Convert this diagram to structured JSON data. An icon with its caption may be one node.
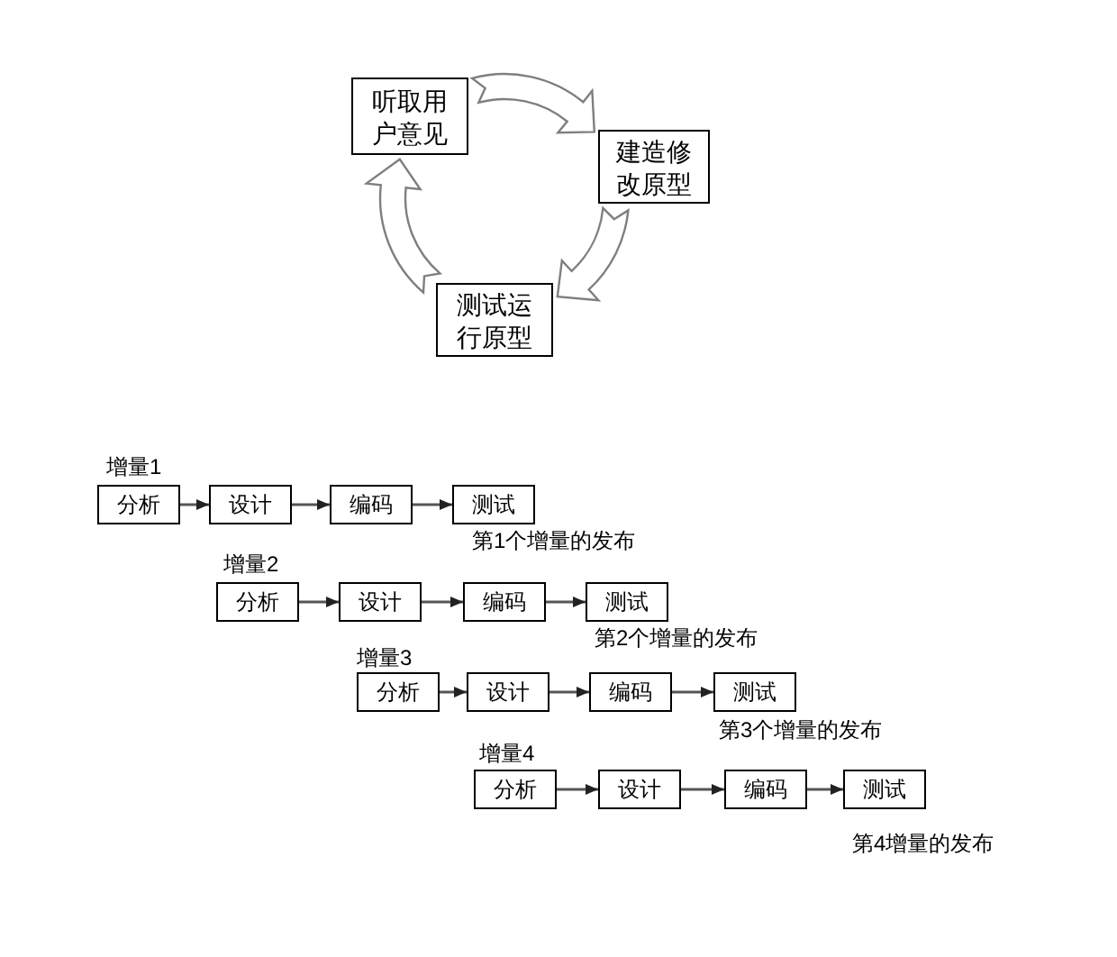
{
  "diagram": {
    "nodes": [
      {
        "text": [
          "听取用户意见"
        ]
      },
      {
        "text": [
          "建造修改原型"
        ]
      },
      {
        "text": [
          "测试运行原型"
        ]
      },
      {
        "text": [
          "分析"
        ]
      },
      {
        "text": [
          "设计"
        ]
      },
      {
        "text": [
          "编码"
        ]
      },
      {
        "text": [
          "测试"
        ],
        "beside": [
          "第1个增量的发布"
        ]
      },
      {
        "text": [
          "分析"
        ]
      },
      {
        "text": [
          "设计"
        ]
      },
      {
        "text": [
          "编码"
        ]
      },
      {
        "text": [
          "测试"
        ],
        "beside": [
          "第2个增量的发布"
        ]
      },
      {
        "text": [
          "分析"
        ]
      },
      {
        "text": [
          "设计"
        ]
      },
      {
        "text": [
          "编码"
        ]
      },
      {
        "text": [
          "测试"
        ],
        "beside": [
          "第3个增量的发布"
        ]
      },
      {
        "text": [
          "分析"
        ]
      },
      {
        "text": [
          "设计"
        ]
      },
      {
        "text": [
          "编码"
        ]
      },
      {
        "text": [
          "测试"
        ],
        "beside": [
          "第4增量的发布"
        ]
      }
    ],
    "edges": [
      {
        "from": 0,
        "to": 1,
        "arrow": "to",
        "style": "thick"
      },
      {
        "from": 1,
        "to": 2,
        "arrow": "to",
        "style": "thick"
      },
      {
        "from": 2,
        "to": 0,
        "arrow": "to",
        "style": "thick"
      },
      {
        "from": 3,
        "to": 4,
        "arrow": "to"
      },
      {
        "from": 4,
        "to": 5,
        "arrow": "to"
      },
      {
        "from": 5,
        "to": 6,
        "arrow": "to"
      },
      {
        "from": 7,
        "to": 8,
        "arrow": "to"
      },
      {
        "from": 8,
        "to": 9,
        "arrow": "to"
      },
      {
        "from": 9,
        "to": 10,
        "arrow": "to"
      },
      {
        "from": 11,
        "to": 12,
        "arrow": "to"
      },
      {
        "from": 12,
        "to": 13,
        "arrow": "to"
      },
      {
        "from": 13,
        "to": 14,
        "arrow": "to"
      },
      {
        "from": 15,
        "to": 16,
        "arrow": "to"
      },
      {
        "from": 16,
        "to": 17,
        "arrow": "to"
      },
      {
        "from": 17,
        "to": 18,
        "arrow": "to"
      }
    ],
    "labels": [
      "增量1",
      "增量2",
      "增量3",
      "增量4"
    ]
  }
}
